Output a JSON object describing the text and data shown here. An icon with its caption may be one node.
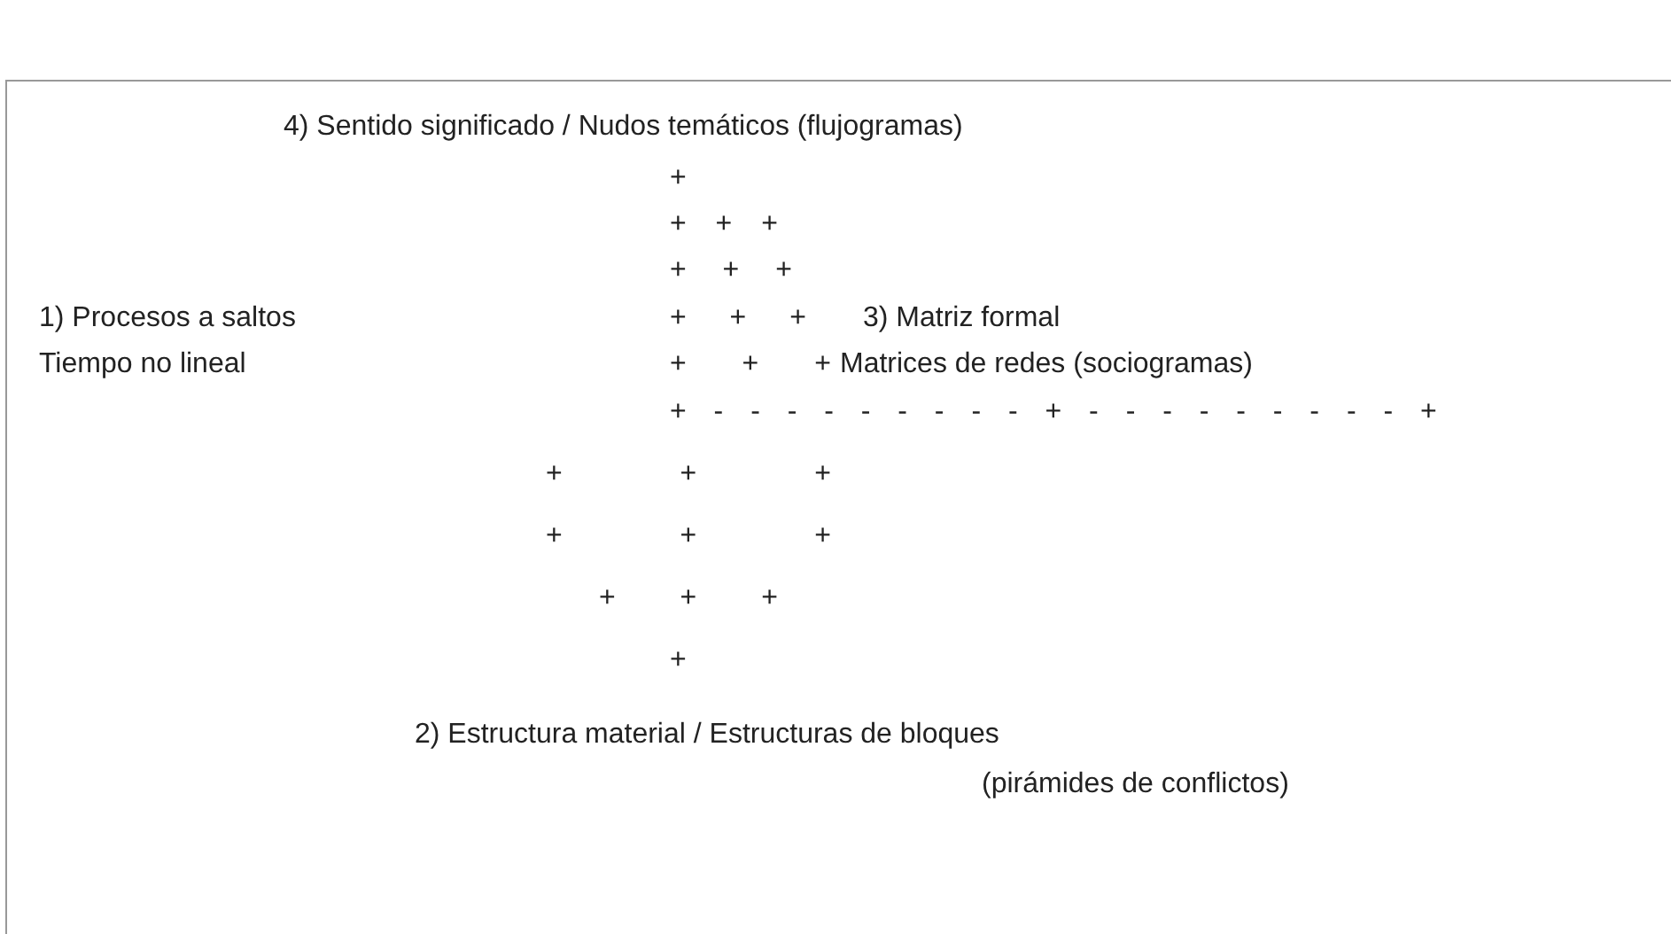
{
  "diagram": {
    "labels": [
      "4) Sentido significado / Nudos temáticos (flujogramas)",
      "+",
      "+ + +",
      "+ + +",
      "1) Procesos a saltos",
      "+ + +",
      "3) Matriz formal",
      "Tiempo no lineal",
      "+ + +",
      "Matrices de redes (sociogramas)",
      "+ - - - - - - - - - + - - - - - - - - - +",
      "+ + +",
      "+ + +",
      "+ + +",
      "+",
      "2) Estructura material / Estructuras de bloques",
      "(pirámides de conflictos)"
    ]
  }
}
